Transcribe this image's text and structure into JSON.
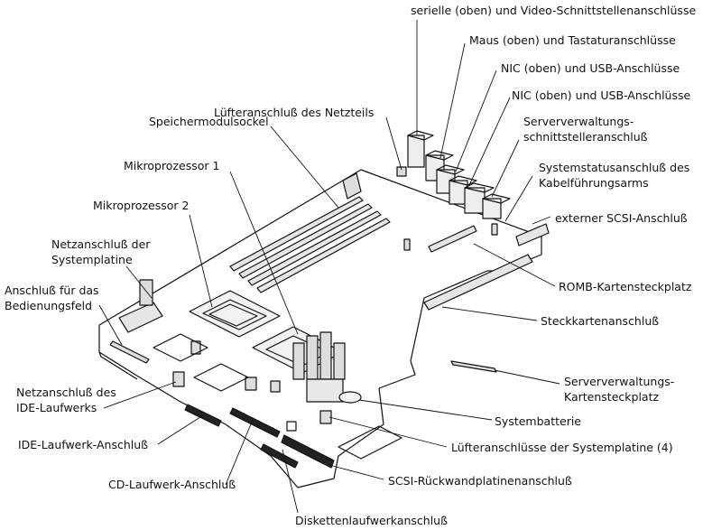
{
  "labels": {
    "serial_video": "serielle (oben) und Video-Schnittstellenanschlüsse",
    "mouse_keyboard": "Maus (oben) und Tastaturanschlüsse",
    "nic_usb_1": "NIC (oben) und USB-Anschlüsse",
    "nic_usb_2": "NIC (oben) und USB-Anschlüsse",
    "psu_fan": "Lüfteranschluß des Netzteils",
    "memory_socket": "Speichermodulsockel",
    "mgmt_interface": [
      "Serververwaltungs-",
      "schnittstelleranschluß"
    ],
    "cpu1": "Mikroprozessor 1",
    "system_status": [
      "Systemstatusanschluß des",
      "Kabelführungsarms"
    ],
    "cpu2": "Mikroprozessor 2",
    "ext_scsi": "externer SCSI-Anschluß",
    "board_power": [
      "Netzanschluß der",
      "Systemplatine"
    ],
    "romb_slot": "ROMB-Kartensteckplatz",
    "control_panel": [
      "Anschluß für das",
      "Bedienungsfeld"
    ],
    "riser": "Steckkartenanschluß",
    "mgmt_card": [
      "Serververwaltungs-",
      "Kartensteckplatz"
    ],
    "ide_power": [
      "Netzanschluß des",
      "IDE-Laufwerks"
    ],
    "battery": "Systembatterie",
    "ide_drive": "IDE-Laufwerk-Anschluß",
    "board_fans": "Lüfteranschlüsse der Systemplatine (4)",
    "cd_drive": "CD-Laufwerk-Anschluß",
    "scsi_backplane": "SCSI-Rückwandplatinenanschluß",
    "floppy": "Diskettenlaufwerkanschluß"
  }
}
